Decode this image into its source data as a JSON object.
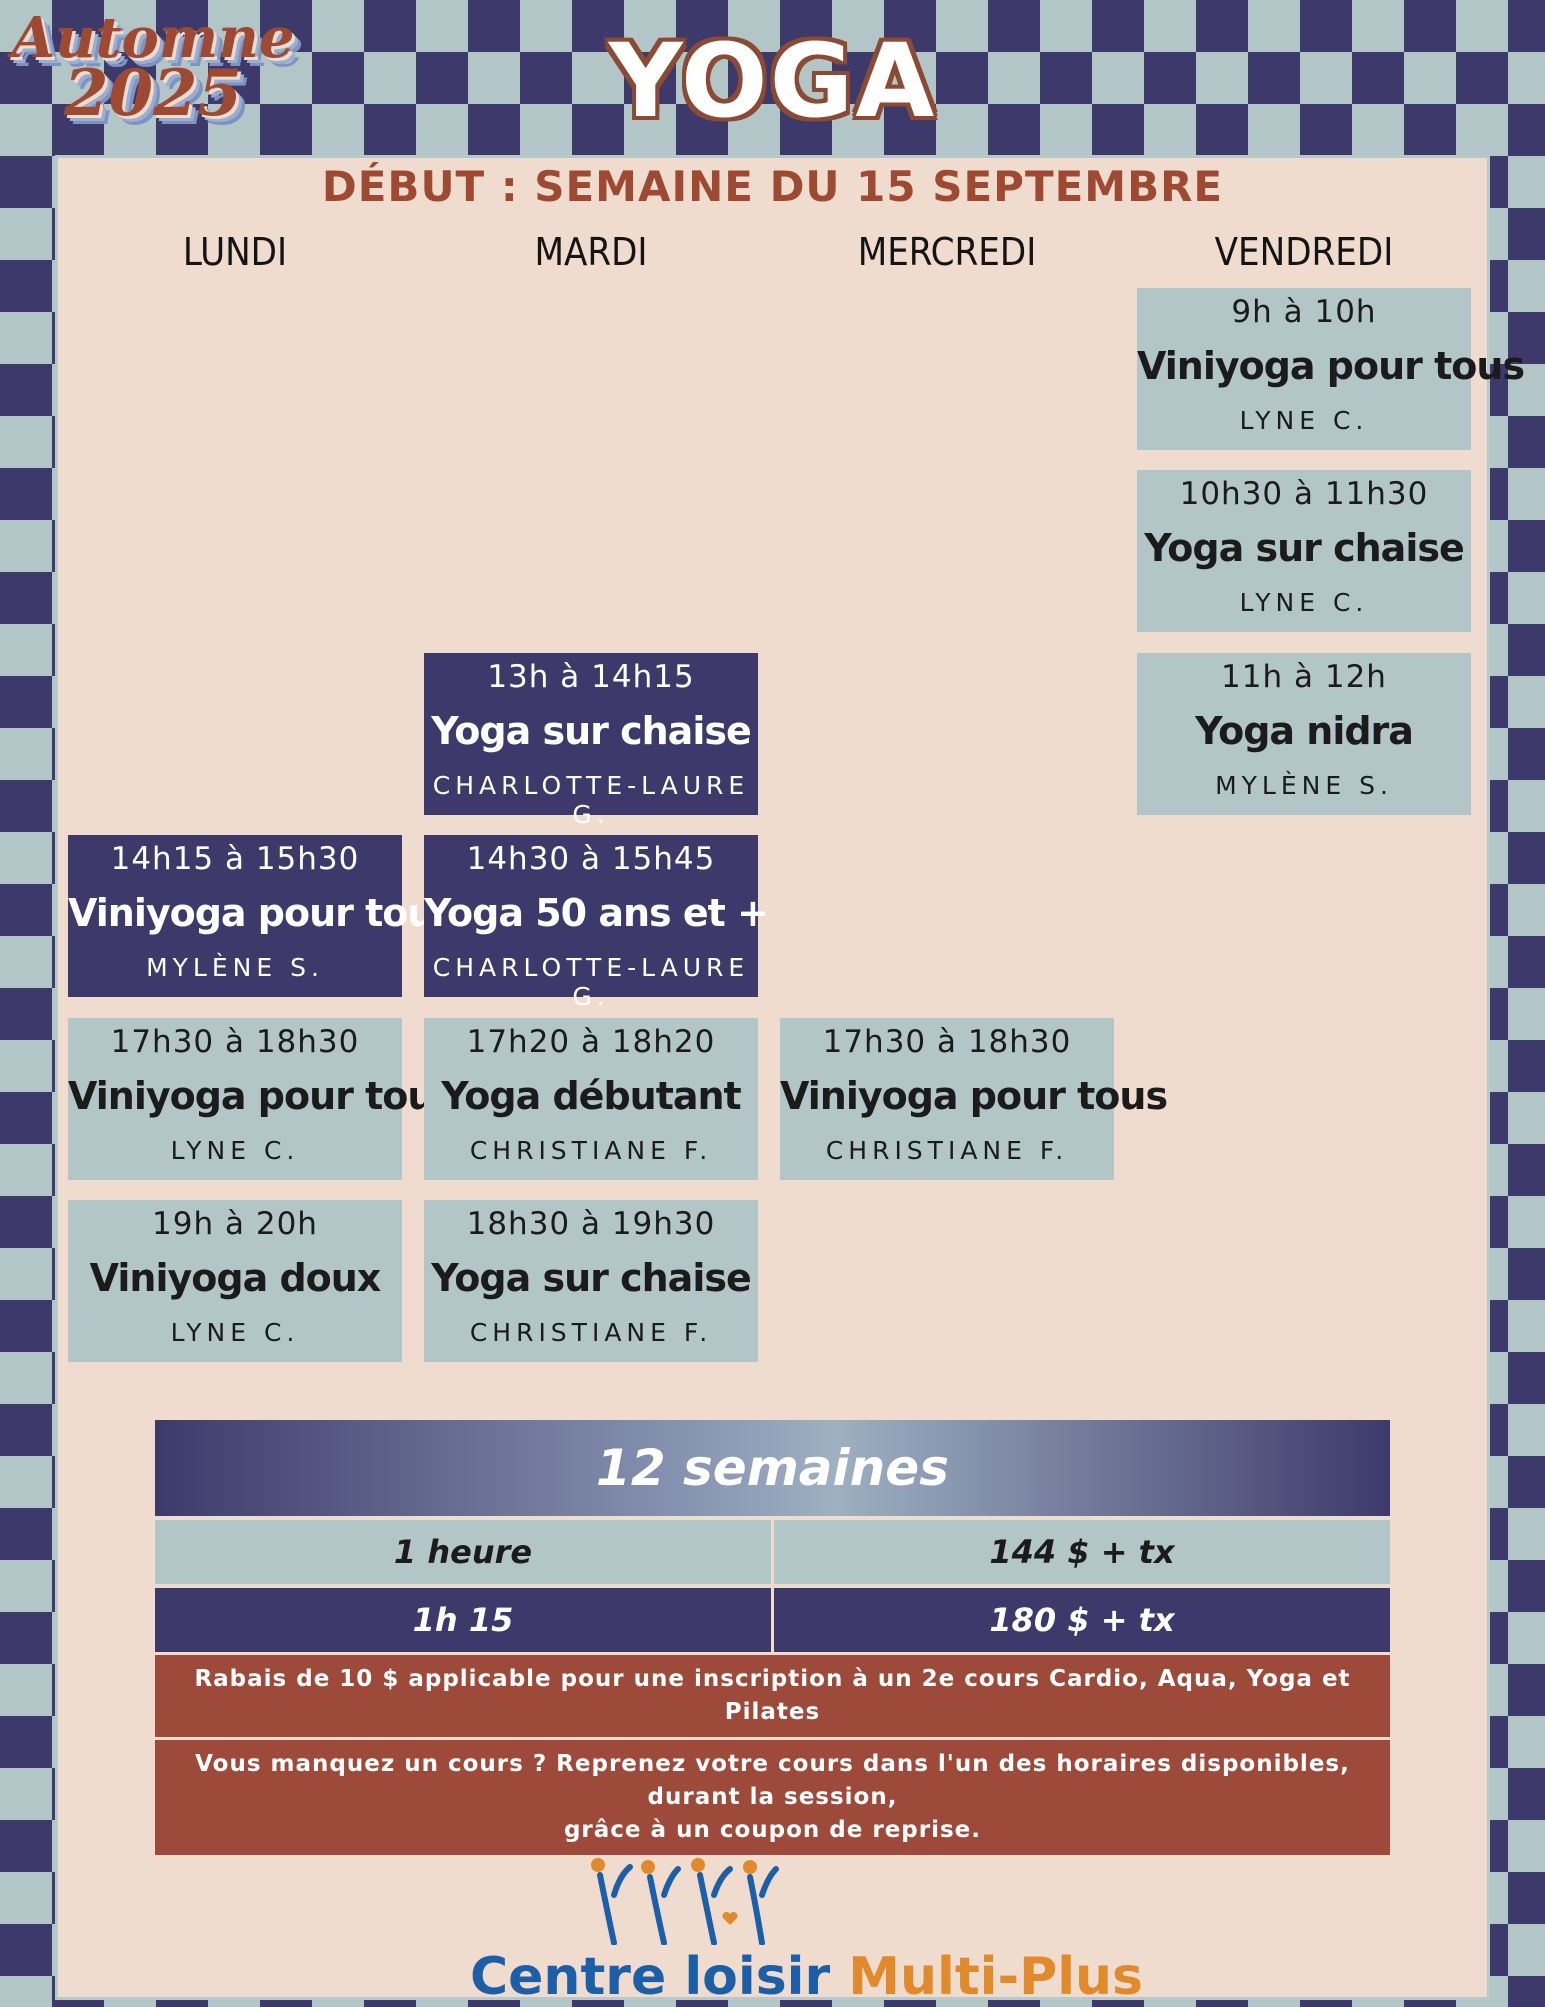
{
  "header": {
    "badge_line1": "Automne",
    "badge_line2": "2025",
    "title": "YOGA",
    "subtitle": "DÉBUT : SEMAINE DU 15 SEPTEMBRE"
  },
  "days": [
    "LUNDI",
    "MARDI",
    "MERCREDI",
    "VENDREDI"
  ],
  "classes": {
    "lundi": [
      {
        "time": "14h15 à 15h30",
        "name": "Viniyoga pour tous",
        "teacher": "MYLÈNE S."
      },
      {
        "time": "17h30 à 18h30",
        "name": "Viniyoga pour tous",
        "teacher": "LYNE C."
      },
      {
        "time": "19h à 20h",
        "name": "Viniyoga doux",
        "teacher": "LYNE C."
      }
    ],
    "mardi": [
      {
        "time": "13h à 14h15",
        "name": "Yoga sur chaise",
        "teacher": "CHARLOTTE-LAURE G."
      },
      {
        "time": "14h30 à 15h45",
        "name": "Yoga 50 ans et +",
        "teacher": "CHARLOTTE-LAURE G."
      },
      {
        "time": "17h20 à 18h20",
        "name": "Yoga débutant",
        "teacher": "CHRISTIANE F."
      },
      {
        "time": "18h30 à 19h30",
        "name": "Yoga sur chaise",
        "teacher": "CHRISTIANE F."
      }
    ],
    "mercredi": [
      {
        "time": "17h30 à 18h30",
        "name": "Viniyoga pour tous",
        "teacher": "CHRISTIANE F."
      }
    ],
    "vendredi": [
      {
        "time": "9h à 10h",
        "name": "Viniyoga pour tous",
        "teacher": "LYNE C."
      },
      {
        "time": "10h30 à 11h30",
        "name": "Yoga sur chaise",
        "teacher": "LYNE C."
      },
      {
        "time": "11h à 12h",
        "name": "Yoga nidra",
        "teacher": "MYLÈNE S."
      }
    ]
  },
  "pricing": {
    "header": "12 semaines",
    "rows": [
      {
        "duration": "1 heure",
        "price": "144 $ + tx"
      },
      {
        "duration": "1h 15",
        "price": "180 $ + tx"
      }
    ],
    "note1": "Rabais de 10 $ applicable pour une inscription à un 2e cours Cardio, Aqua, Yoga et Pilates",
    "note2_line1": "Vous manquez un cours ? Reprenez votre cours dans l'un des horaires disponibles, durant la session,",
    "note2_line2": "grâce à un coupon de reprise."
  },
  "logo": {
    "text1": "Centre loisir",
    "text2": "Multi-Plus"
  },
  "colors": {
    "navy": "#3d3a6b",
    "light_blue": "#b3c6c7",
    "cream": "#efdccf",
    "rust": "#9e4a33"
  }
}
